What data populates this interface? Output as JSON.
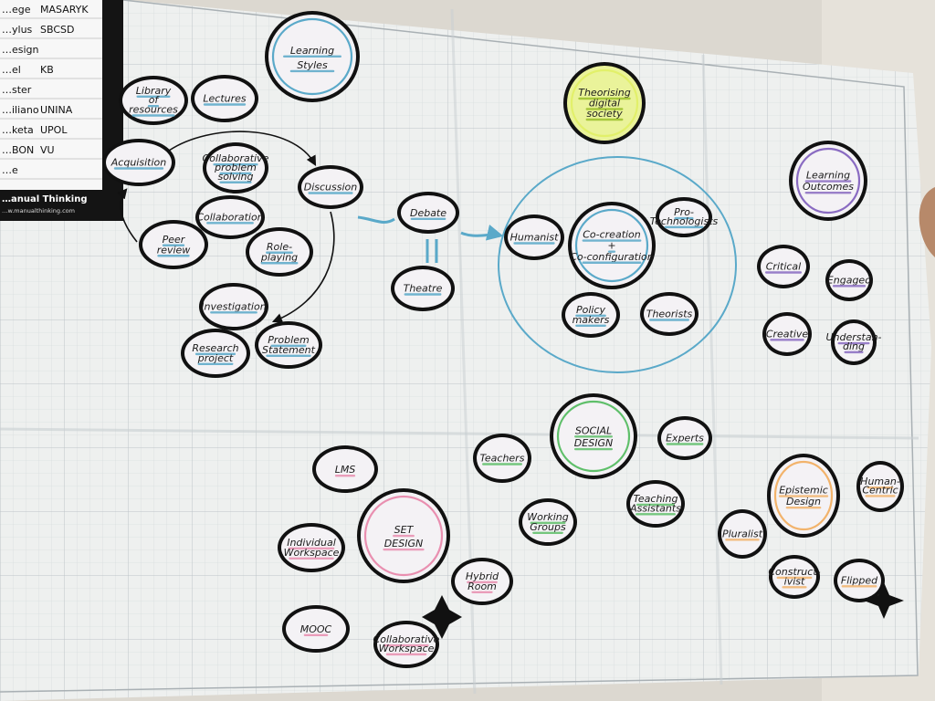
{
  "card": {
    "rows": [
      {
        "name": "…ege",
        "code": "MASARYK"
      },
      {
        "name": "…ylus",
        "code": "SBCSD"
      },
      {
        "name": "…esign",
        "code": ""
      },
      {
        "name": "…el",
        "code": "KB"
      },
      {
        "name": "…ster",
        "code": ""
      },
      {
        "name": "…iliano",
        "code": "UNINA"
      },
      {
        "name": "…keta",
        "code": "UPOL"
      },
      {
        "name": "…BON",
        "code": "VU"
      },
      {
        "name": "…e",
        "code": ""
      }
    ],
    "brand": "…anual Thinking",
    "url": "…w.manualthinking.com"
  },
  "stickers": {
    "learning_styles": [
      "Learning",
      "Styles"
    ],
    "library": [
      "Library",
      "of",
      "resources"
    ],
    "lectures": [
      "Lectures"
    ],
    "acquisition": [
      "Acquisition"
    ],
    "collab_problem": [
      "Collaborative",
      "problem",
      "solving"
    ],
    "discussion": [
      "Discussion"
    ],
    "collaboration": [
      "Collaboration"
    ],
    "peer_review": [
      "Peer",
      "review"
    ],
    "role_playing": [
      "Role-",
      "playing"
    ],
    "investigation": [
      "Investigation"
    ],
    "research_project": [
      "Research",
      "project"
    ],
    "problem_statement": [
      "Problem",
      "Statement"
    ],
    "debate": [
      "Debate"
    ],
    "theatre": [
      "Theatre"
    ],
    "humanist": [
      "Humanist"
    ],
    "co_creation": [
      "Co-creation",
      "+",
      "Co-configuration"
    ],
    "pro_technologists": [
      "Pro-",
      "Technologists"
    ],
    "policy_makers": [
      "Policy",
      "makers"
    ],
    "theorists": [
      "Theorists"
    ],
    "theorising": [
      "Theorising",
      "digital",
      "society"
    ],
    "learning_outcomes": [
      "Learning",
      "Outcomes"
    ],
    "critical": [
      "Critical"
    ],
    "engaged": [
      "Engaged"
    ],
    "creative": [
      "Creative"
    ],
    "understanding": [
      "Understan-",
      "ding"
    ],
    "social_design": [
      "SOCIAL",
      "DESIGN"
    ],
    "teachers": [
      "Teachers"
    ],
    "experts": [
      "Experts"
    ],
    "working_groups": [
      "Working",
      "Groups"
    ],
    "teaching_assistants": [
      "Teaching",
      "Assistants"
    ],
    "lms": [
      "LMS"
    ],
    "set_design": [
      "SET",
      "DESIGN"
    ],
    "individual_workspace": [
      "Individual",
      "Workspace"
    ],
    "hybrid_room": [
      "Hybrid",
      "Room"
    ],
    "mooc": [
      "MOOC"
    ],
    "collaborative_workspace": [
      "Collaborative",
      "Workspace"
    ],
    "epistemic_design": [
      "Epistemic",
      "Design"
    ],
    "human_centric": [
      "Human-",
      "Centric"
    ],
    "pluralist": [
      "Pluralist"
    ],
    "constructivist": [
      "Construct-",
      "ivist"
    ],
    "flipped": [
      "Flipped"
    ]
  },
  "colors": {
    "blue": "#5aa9c9",
    "pink": "#e98fb0",
    "green": "#5fbf6a",
    "purple": "#8a6bc2",
    "orange": "#f2b36b",
    "yellow": "#e2f06a",
    "ink": "#111111"
  }
}
